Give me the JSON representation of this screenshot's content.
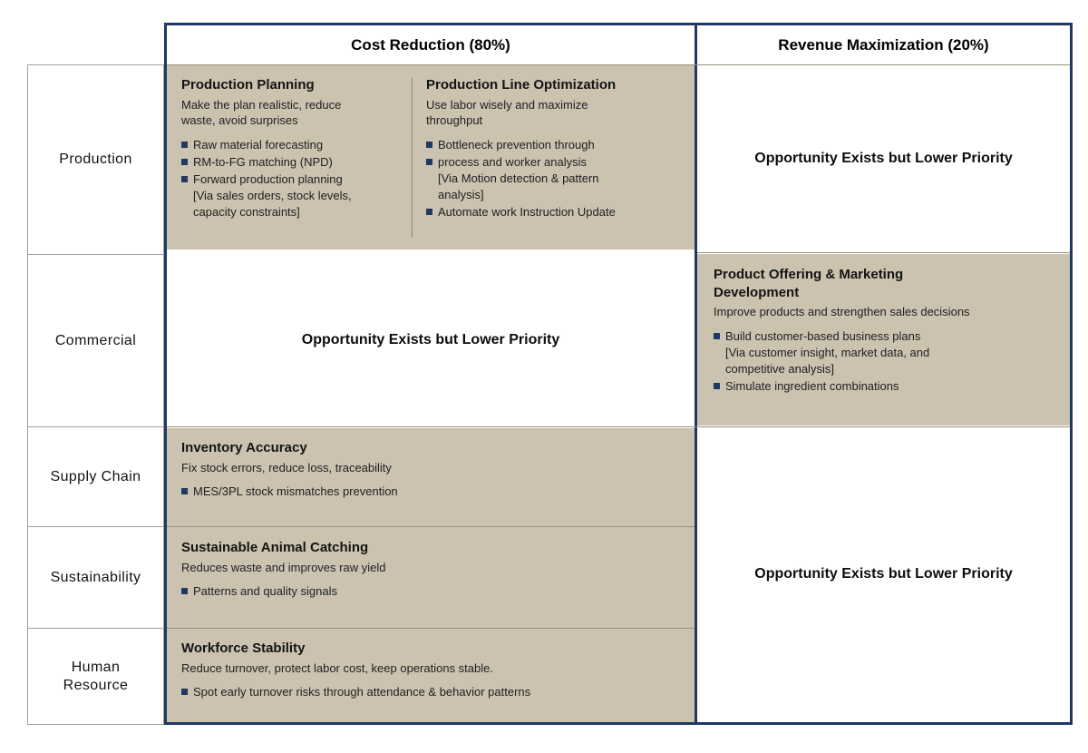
{
  "matrix": {
    "columns": {
      "cost_reduction": {
        "label": "Cost Reduction (80%)"
      },
      "revenue_maximization": {
        "label": "Revenue Maximization (20%)"
      }
    },
    "rows": {
      "production": {
        "label": "Production"
      },
      "commercial": {
        "label": "Commercial"
      },
      "supply_chain": {
        "label": "Supply Chain"
      },
      "sustainability": {
        "label": "Sustainability"
      },
      "human_resource": {
        "label": "Human\nResource"
      }
    },
    "opportunity_text": "Opportunity Exists but Lower Priority",
    "cells": {
      "production_planning": {
        "title": "Production Planning",
        "subtitle": "Make the plan realistic, reduce\nwaste, avoid surprises",
        "bullets": [
          {
            "text": "Raw material forecasting",
            "note": ""
          },
          {
            "text": "RM-to-FG matching (NPD)",
            "note": ""
          },
          {
            "text": "Forward production planning",
            "note": "[Via sales orders, stock levels,\ncapacity constraints]"
          }
        ]
      },
      "production_line_optimization": {
        "title": "Production Line Optimization",
        "subtitle": "Use labor wisely and maximize\nthroughput",
        "bullets": [
          {
            "text": "Bottleneck prevention through",
            "note": ""
          },
          {
            "text": "process and worker analysis",
            "note": "[Via Motion detection & pattern\nanalysis]"
          },
          {
            "text": "Automate work Instruction Update",
            "note": ""
          }
        ]
      },
      "product_offering": {
        "title": "Product Offering & Marketing\nDevelopment",
        "subtitle": "Improve products and strengthen sales decisions",
        "bullets": [
          {
            "text": "Build customer-based business plans",
            "note": "[Via customer insight, market data, and\ncompetitive analysis]"
          },
          {
            "text": "Simulate ingredient combinations",
            "note": ""
          }
        ]
      },
      "inventory_accuracy": {
        "title": "Inventory Accuracy",
        "subtitle": "Fix stock errors, reduce loss, traceability",
        "bullets": [
          {
            "text": "MES/3PL stock mismatches prevention",
            "note": ""
          }
        ]
      },
      "sustainable_animal_catching": {
        "title": "Sustainable Animal Catching",
        "subtitle": "Reduces waste and improves raw yield",
        "bullets": [
          {
            "text": "Patterns and quality signals",
            "note": ""
          }
        ]
      },
      "workforce_stability": {
        "title": "Workforce Stability",
        "subtitle": "Reduce turnover, protect labor cost, keep operations stable.",
        "bullets": [
          {
            "text": "Spot early turnover risks through attendance & behavior patterns",
            "note": ""
          }
        ]
      }
    },
    "colors": {
      "accent_navy": "#1F3864",
      "tan_fill": "#CBC2B0",
      "grid_gray": "#97917F"
    }
  }
}
